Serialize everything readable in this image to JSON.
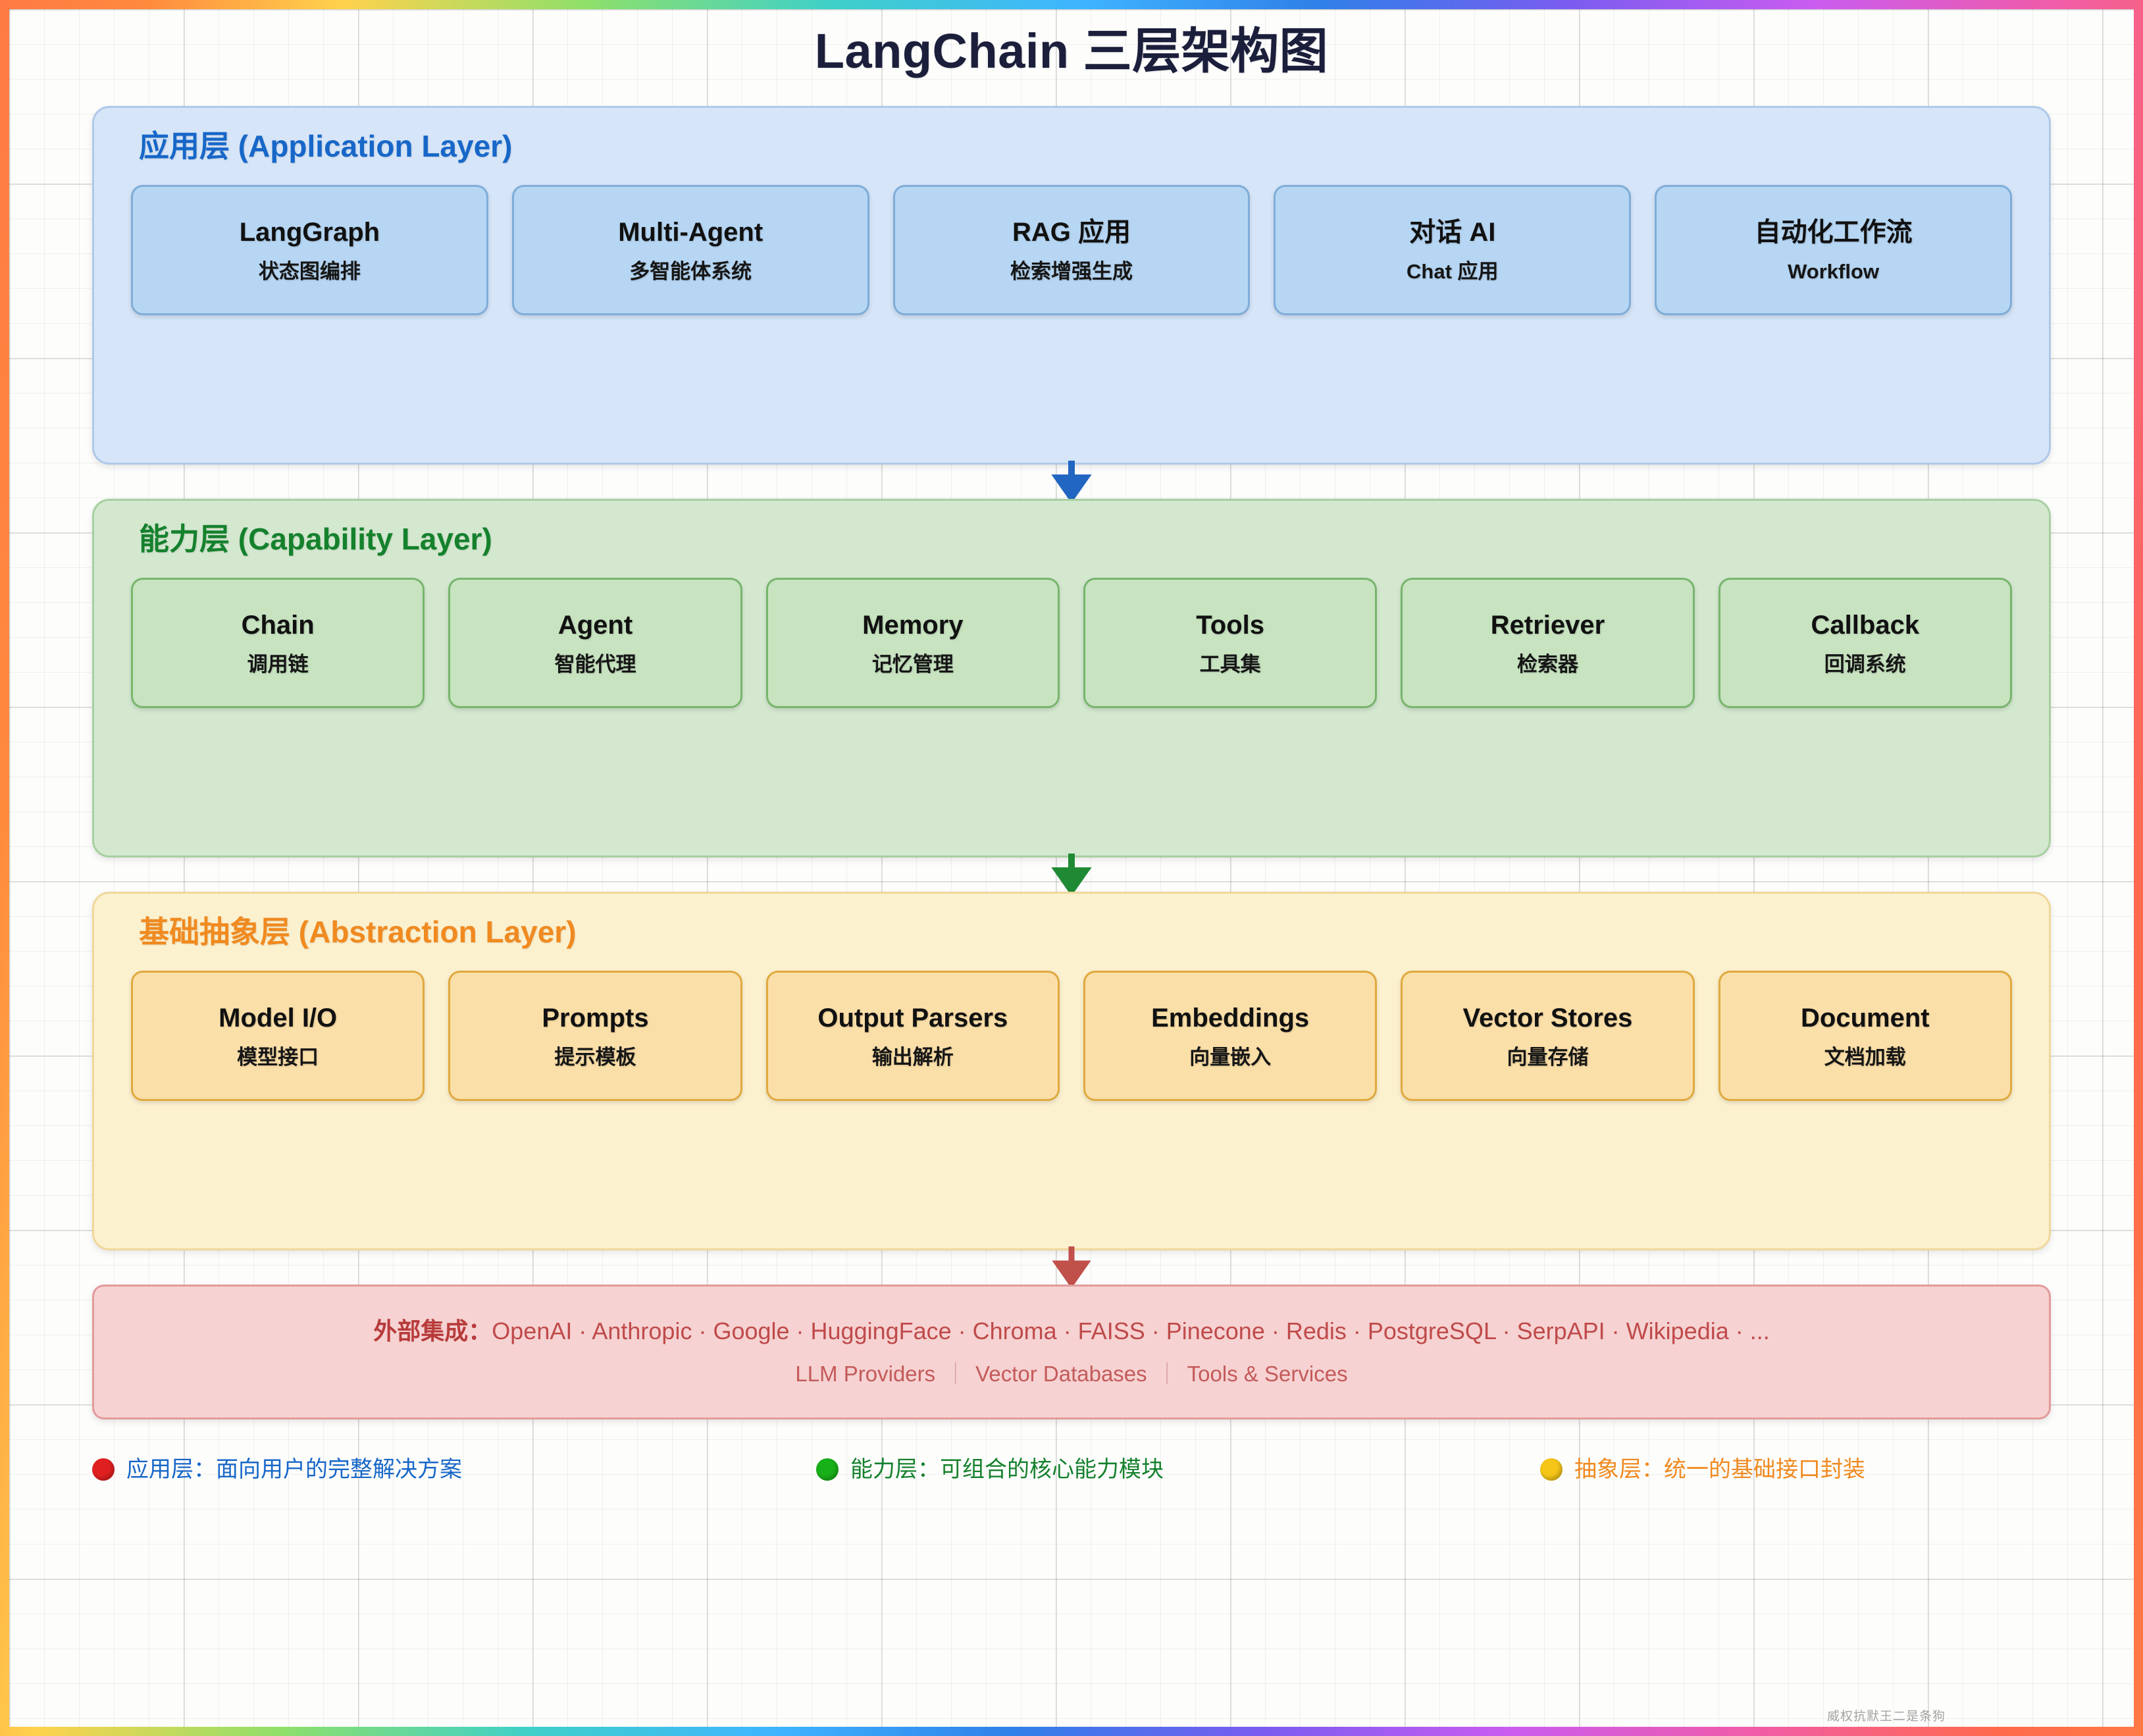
{
  "title": "LangChain 三层架构图",
  "layers": [
    {
      "id": "application",
      "heading": "应用层 (Application Layer)",
      "accent": "#1767c8",
      "cards": [
        {
          "title": "LangGraph",
          "sub": "状态图编排"
        },
        {
          "title": "Multi-Agent",
          "sub": "多智能体系统"
        },
        {
          "title": "RAG 应用",
          "sub": "检索增强生成"
        },
        {
          "title": "对话 AI",
          "sub": "Chat 应用"
        },
        {
          "title": "自动化工作流",
          "sub": "Workflow"
        }
      ]
    },
    {
      "id": "capability",
      "heading": "能力层 (Capability Layer)",
      "accent": "#15812d",
      "cards": [
        {
          "title": "Chain",
          "sub": "调用链"
        },
        {
          "title": "Agent",
          "sub": "智能代理"
        },
        {
          "title": "Memory",
          "sub": "记忆管理"
        },
        {
          "title": "Tools",
          "sub": "工具集"
        },
        {
          "title": "Retriever",
          "sub": "检索器"
        },
        {
          "title": "Callback",
          "sub": "回调系统"
        }
      ]
    },
    {
      "id": "abstraction",
      "heading": "基础抽象层 (Abstraction Layer)",
      "accent": "#f08a20",
      "cards": [
        {
          "title": "Model I/O",
          "sub": "模型接口"
        },
        {
          "title": "Prompts",
          "sub": "提示模板"
        },
        {
          "title": "Output Parsers",
          "sub": "输出解析"
        },
        {
          "title": "Embeddings",
          "sub": "向量嵌入"
        },
        {
          "title": "Vector Stores",
          "sub": "向量存储"
        },
        {
          "title": "Document",
          "sub": "文档加载"
        }
      ]
    }
  ],
  "arrows": [
    {
      "name": "arrow-application-to-capability",
      "color": "#2166c0"
    },
    {
      "name": "arrow-capability-to-abstraction",
      "color": "#1f8a33"
    },
    {
      "name": "arrow-abstraction-to-external",
      "color": "#c0504a"
    }
  ],
  "external": {
    "label": "外部集成：",
    "items": "OpenAI · Anthropic · Google · HuggingFace · Chroma · FAISS · Pinecone · Redis · PostgreSQL · SerpAPI · Wikipedia · ...",
    "categories": [
      "LLM Providers",
      "Vector Databases",
      "Tools & Services"
    ],
    "separator": "｜"
  },
  "legend": [
    {
      "dot_color": "#e02020",
      "text": "应用层：面向用户的完整解决方案",
      "text_color": "#1767c8"
    },
    {
      "dot_color": "#18b018",
      "text": "能力层：可组合的核心能力模块",
      "text_color": "#15812d"
    },
    {
      "dot_color": "#f5c518",
      "text": "抽象层：统一的基础接口封装",
      "text_color": "#f08a20"
    }
  ],
  "watermark": "威权抗默王二是条狗"
}
